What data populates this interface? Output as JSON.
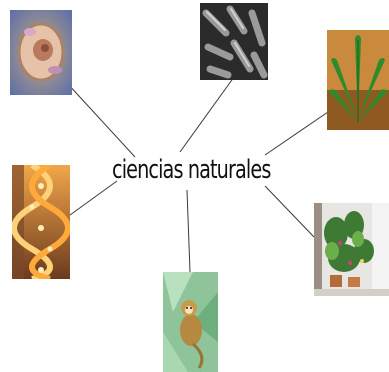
{
  "diagram": {
    "central_label": "ciencias naturales",
    "line_color": "#3a3a3a",
    "images": [
      {
        "subject": "cell",
        "icon": "cell-icon"
      },
      {
        "subject": "bacteria",
        "icon": "bacteria-icon"
      },
      {
        "subject": "leaf",
        "icon": "leaf-icon"
      },
      {
        "subject": "dna",
        "icon": "dna-icon"
      },
      {
        "subject": "monkey",
        "icon": "monkey-icon"
      },
      {
        "subject": "plants",
        "icon": "plants-icon"
      }
    ]
  }
}
